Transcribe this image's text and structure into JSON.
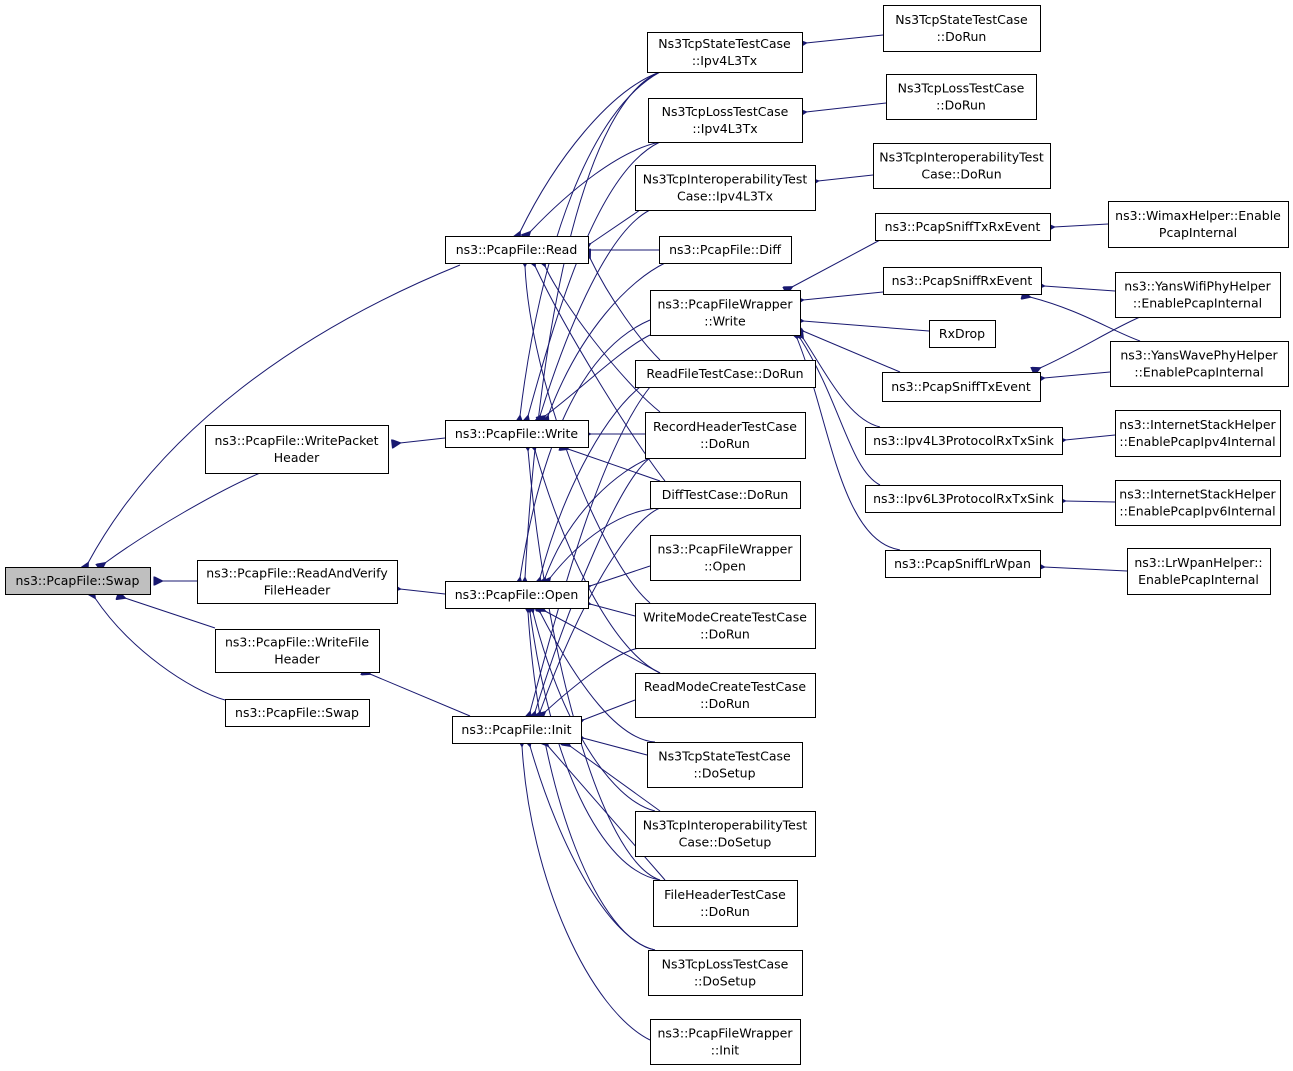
{
  "nodes": {
    "swap_main": [
      "ns3::PcapFile::Swap"
    ],
    "read": [
      "ns3::PcapFile::Read"
    ],
    "write_packet_header": [
      "ns3::PcapFile::WritePacket",
      "Header"
    ],
    "read_verify": [
      "ns3::PcapFile::ReadAndVerify",
      "FileHeader"
    ],
    "write_file_header": [
      "ns3::PcapFile::WriteFile",
      "Header"
    ],
    "swap2": [
      "ns3::PcapFile::Swap"
    ],
    "write": [
      "ns3::PcapFile::Write"
    ],
    "open": [
      "ns3::PcapFile::Open"
    ],
    "init": [
      "ns3::PcapFile::Init"
    ],
    "state_l3tx": [
      "Ns3TcpStateTestCase",
      "::Ipv4L3Tx"
    ],
    "loss_l3tx": [
      "Ns3TcpLossTestCase",
      "::Ipv4L3Tx"
    ],
    "interop_l3tx": [
      "Ns3TcpInteroperabilityTest",
      "Case::Ipv4L3Tx"
    ],
    "diff": [
      "ns3::PcapFile::Diff"
    ],
    "wrapper_write": [
      "ns3::PcapFileWrapper",
      "::Write"
    ],
    "readfile_dorun": [
      "ReadFileTestCase::DoRun"
    ],
    "recordheader_dorun": [
      "RecordHeaderTestCase",
      "::DoRun"
    ],
    "difftest_dorun": [
      "DiffTestCase::DoRun"
    ],
    "wrapper_open": [
      "ns3::PcapFileWrapper",
      "::Open"
    ],
    "writemode_dorun": [
      "WriteModeCreateTestCase",
      "::DoRun"
    ],
    "readmode_dorun": [
      "ReadModeCreateTestCase",
      "::DoRun"
    ],
    "state_dosetup": [
      "Ns3TcpStateTestCase",
      "::DoSetup"
    ],
    "interop_dosetup": [
      "Ns3TcpInteroperabilityTest",
      "Case::DoSetup"
    ],
    "fileheader_dorun": [
      "FileHeaderTestCase",
      "::DoRun"
    ],
    "loss_dosetup": [
      "Ns3TcpLossTestCase",
      "::DoSetup"
    ],
    "wrapper_init": [
      "ns3::PcapFileWrapper",
      "::Init"
    ],
    "state_dorun": [
      "Ns3TcpStateTestCase",
      "::DoRun"
    ],
    "loss_dorun": [
      "Ns3TcpLossTestCase",
      "::DoRun"
    ],
    "interop_dorun": [
      "Ns3TcpInteroperabilityTest",
      "Case::DoRun"
    ],
    "sniff_txrx": [
      "ns3::PcapSniffTxRxEvent"
    ],
    "sniff_rx": [
      "ns3::PcapSniffRxEvent"
    ],
    "rxdrop": [
      "RxDrop"
    ],
    "sniff_tx": [
      "ns3::PcapSniffTxEvent"
    ],
    "ipv4_sink": [
      "ns3::Ipv4L3ProtocolRxTxSink"
    ],
    "ipv6_sink": [
      "ns3::Ipv6L3ProtocolRxTxSink"
    ],
    "sniff_lrwpan": [
      "ns3::PcapSniffLrWpan"
    ],
    "wimax": [
      "ns3::WimaxHelper::Enable",
      "PcapInternal"
    ],
    "yanswifi": [
      "ns3::YansWifiPhyHelper",
      "::EnablePcapInternal"
    ],
    "yanswave": [
      "ns3::YansWavePhyHelper",
      "::EnablePcapInternal"
    ],
    "ish_ipv4": [
      "ns3::InternetStackHelper",
      "::EnablePcapIpv4Internal"
    ],
    "ish_ipv6": [
      "ns3::InternetStackHelper",
      "::EnablePcapIpv6Internal"
    ],
    "lrwpan": [
      "ns3::LrWpanHelper::",
      "EnablePcapInternal"
    ]
  },
  "colors": {
    "edge": "#191970",
    "root_fill": "#bfbfbf",
    "node_fill": "#ffffff",
    "node_stroke": "#000000"
  }
}
